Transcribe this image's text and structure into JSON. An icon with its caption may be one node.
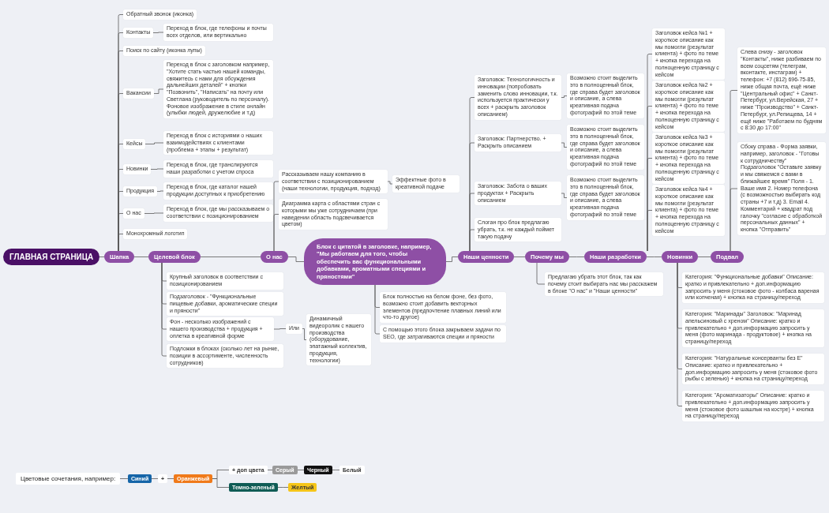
{
  "diagram": {
    "nodes": [
      {
        "text": [
          "ГЛАВНАЯ СТРАНИЦА"
        ]
      },
      {
        "text": [
          "Шапка"
        ]
      },
      {
        "text": [
          "Обратный звонок (иконка)"
        ]
      },
      {
        "text": [
          "Контакты"
        ]
      },
      {
        "text": [
          "Переход в блок, где телефоны и почты всех отделов, или вертикально"
        ]
      },
      {
        "text": [
          "Поиск по сайту (иконка лупы)"
        ]
      },
      {
        "text": [
          "Вакансии"
        ]
      },
      {
        "text": [
          "Переход в блок с заголовком например, \"Хотите стать частью нашей команды, свяжитесь с нами для обсуждения дальнейших деталей\" + кнопки \"Позвонить\", \"Написать\" на почту или Светлана (руководитель по персоналу). Фоновое изображение в стиле онлайн (улыбки людей, дружелюбие и т.д)"
        ]
      },
      {
        "text": [
          "Кейсы"
        ]
      },
      {
        "text": [
          "Переход в блок с историями о наших взаимодействиях с клиентами (проблема + этапы + результат)"
        ]
      },
      {
        "text": [
          "Новинки"
        ]
      },
      {
        "text": [
          "Переход в блок, где транслируются наши разработки с учетом спроса"
        ]
      },
      {
        "text": [
          "Продукция"
        ]
      },
      {
        "text": [
          "Переход в блок, где каталог нашей продукции доступных к приобретению"
        ]
      },
      {
        "text": [
          "О нас"
        ]
      },
      {
        "text": [
          "Переход в блок, где мы рассказываем о соответствии с позиционированием"
        ]
      },
      {
        "text": [
          "Монохромный логотип"
        ]
      },
      {
        "text": [
          "Целевой блок"
        ]
      },
      {
        "text": [
          "Крупный заголовок в соответствии с позиционированием"
        ]
      },
      {
        "text": [
          "Подзаголовок - \"Функциональные пищевые добавки, ароматические специи и пряности\""
        ]
      },
      {
        "text": [
          "Фон - несколько изображений с нашего производства + продукция + оплетка в креативной форме"
        ]
      },
      {
        "text": [
          "Или"
        ]
      },
      {
        "text": [
          "Динамичный видеоролик с нашего производства (оборудование, эпатажный коллектив, продукция, технологии)"
        ]
      },
      {
        "text": [
          "Подложки в блоках (сколько лет на рынке, позиции в ассортименте, численность сотрудников)"
        ]
      },
      {
        "text": [
          "О нас"
        ]
      },
      {
        "text": [
          "Рассказываем нашу компанию в соответствии с позиционированием (наши технологии, продукция, подход)"
        ]
      },
      {
        "text": [
          "Эффектные фото в креативной подаче"
        ]
      },
      {
        "text": [
          "Диаграмма карта с областями стран с которыми мы уже сотрудничаем (при наведении область подсвечивается цветом)"
        ]
      },
      {
        "text": [
          "Блок с цитатой в заголовке, например, \"Мы работаем для того, чтобы обеспечить вас функциональными добавками, ароматными специями и пряностями\""
        ]
      },
      {
        "text": [
          "Блок полностью на белом фоне, без фото, возможно стоит добавить векторных элементов (предпочтение плавных линий или что-то другое)"
        ]
      },
      {
        "text": [
          "С помощью этого блока закрываем задачи по SEO, где затрагиваются специи и пряности"
        ]
      },
      {
        "text": [
          "Наши ценности"
        ]
      },
      {
        "text": [
          "Заголовок: Технологичность и инновации (попробовать заменить слово инновации, т.к. используется практически у всех + раскрыть заголовок описанием)"
        ]
      },
      {
        "text": [
          "Возможно стоит выделить это в полноценный блок, где справа будет заголовок и описание, а слева креативная подача фотографий по этой теме"
        ]
      },
      {
        "text": [
          "Заголовок: Партнерство. + Раскрыть описанием"
        ]
      },
      {
        "text": [
          "Возможно стоит выделить это в полноценный блок, где справа будет заголовок и описание, а слева креативная подача фотографий по этой теме"
        ]
      },
      {
        "text": [
          "Заголовок: Забота о ваших продуктах + Раскрыть описанием"
        ]
      },
      {
        "text": [
          "Возможно стоит выделить это в полноценный блок, где справа будет заголовок и описание, а слева креативная подача фотографий по этой теме"
        ]
      },
      {
        "text": [
          "Слоган про блок предлагаю убрать, т.к. не каждый поймет такую подачу"
        ]
      },
      {
        "text": [
          "Почему мы"
        ]
      },
      {
        "text": [
          "Предлагаю убрать этот блок, так как почему стоит выбирать нас мы расскажем в блоке \"О нас\" и \"Наши ценности\""
        ]
      },
      {
        "text": [
          "Наши разработки"
        ]
      },
      {
        "text": [
          "Заголовок кейса №1 + короткое описание как мы помогли (результат клиента) + фото по теме + кнопка перехода на полноценную страницу с кейсом"
        ]
      },
      {
        "text": [
          "Заголовок кейса №2 + короткое описание как мы помогли (результат клиента) + фото по теме + кнопка перехода на полноценную страницу с кейсом"
        ]
      },
      {
        "text": [
          "Заголовок кейса №3 + короткое описание как мы помогли (результат клиента) + фото по теме + кнопка перехода на полноценную страницу с кейсом"
        ]
      },
      {
        "text": [
          "Заголовок кейса №4 + короткое описание как мы помогли (результат клиента) + фото по теме + кнопка перехода на полноценную страницу с кейсом"
        ]
      },
      {
        "text": [
          "Новинки"
        ]
      },
      {
        "text": [
          "Категория: \"Функциональные добавки\" Описание: кратко и привлекательно + доп.информацию запросить у меня (стоковое фото - колбаса вареная или копченая) + кнопка на страницу/переход"
        ]
      },
      {
        "text": [
          "Категория: \"Маринады\" Заголовок: \"Маринад апельсиновый с хреном\" Описание: кратко и привлекательно + доп.информацию запросить у меня (фото маринада - продуктовое) + кнопка на страницу/переход"
        ]
      },
      {
        "text": [
          "Категория: \"Натуральные консерванты без Е\" Описание: кратко и привлекательно + доп.информацию запросить у меня (стоковое фото рыбы с зеленью) + кнопка на страницу/переход"
        ]
      },
      {
        "text": [
          "Категория: \"Ароматизаторы\" Описание: кратко и привлекательно + доп.информацию запросить у меня (стоковое фото шашлык на костре) + кнопка на страницу/переход"
        ]
      },
      {
        "text": [
          "Подвал"
        ]
      },
      {
        "text": [
          "Слева снизу - заголовок \"Контакты\", ниже разбиваем по всем соцсетям (телеграм, вконтакте, инстаграм) + телефон: +7 (812) 696-75-85, ниже общая почта, ещё ниже \"Центральный офис\" + Санкт-Петербург, ул.Верейская, 27 + ниже \"Производство\" + Санкт-Петербург, ул.Репищева, 14 + ещё ниже \"Работаем по будням с 8:30 до 17:00\""
        ]
      },
      {
        "text": [
          "Сбоку справа - Форма заявки, например, заголовок - \"Готовы к сотрудничеству\" Подзаголовок \"Оставьте заявку и мы свяжемся с вами в ближайшее время\" Поля - 1. Ваше имя 2. Номер телефона (с возможностью выбирать код страны +7 и т.д) 3. Email 4. Комментарий + квадрат под галочку \"согласие с обработкой персональных данных\" + кнопка \"Отправить\""
        ]
      },
      {
        "text": [
          "Цветовые сочетания, например:"
        ]
      },
      {
        "text": [
          "Синий"
        ]
      },
      {
        "text": [
          "+"
        ]
      },
      {
        "text": [
          "Оранжевый"
        ]
      },
      {
        "text": [
          "+ доп цвета"
        ]
      },
      {
        "text": [
          "Серый"
        ]
      },
      {
        "text": [
          "Черный"
        ]
      },
      {
        "text": [
          "Белый"
        ]
      },
      {
        "text": [
          "Темно-зеленый"
        ]
      },
      {
        "text": [
          "Желтый"
        ]
      }
    ],
    "edges": [
      {
        "from": 0,
        "to": 1,
        "arrow": "none"
      },
      {
        "from": 1,
        "to": 17,
        "arrow": "none"
      },
      {
        "from": 17,
        "to": 24,
        "arrow": "none"
      },
      {
        "from": 24,
        "to": 28,
        "arrow": "none"
      },
      {
        "from": 28,
        "to": 31,
        "arrow": "none"
      },
      {
        "from": 31,
        "to": 39,
        "arrow": "none"
      },
      {
        "from": 39,
        "to": 41,
        "arrow": "none"
      },
      {
        "from": 41,
        "to": 46,
        "arrow": "none"
      },
      {
        "from": 46,
        "to": 51,
        "arrow": "none"
      },
      {
        "from": 1,
        "to": 2,
        "arrow": "none"
      },
      {
        "from": 1,
        "to": 3,
        "arrow": "none"
      },
      {
        "from": 3,
        "to": 4,
        "arrow": "none"
      },
      {
        "from": 1,
        "to": 5,
        "arrow": "none"
      },
      {
        "from": 1,
        "to": 6,
        "arrow": "none"
      },
      {
        "from": 6,
        "to": 7,
        "arrow": "none"
      },
      {
        "from": 1,
        "to": 8,
        "arrow": "none"
      },
      {
        "from": 8,
        "to": 9,
        "arrow": "none"
      },
      {
        "from": 1,
        "to": 10,
        "arrow": "none"
      },
      {
        "from": 10,
        "to": 11,
        "arrow": "none"
      },
      {
        "from": 1,
        "to": 12,
        "arrow": "none"
      },
      {
        "from": 12,
        "to": 13,
        "arrow": "none"
      },
      {
        "from": 1,
        "to": 14,
        "arrow": "none"
      },
      {
        "from": 14,
        "to": 15,
        "arrow": "none"
      },
      {
        "from": 1,
        "to": 16,
        "arrow": "none"
      },
      {
        "from": 17,
        "to": 18,
        "arrow": "none"
      },
      {
        "from": 17,
        "to": 19,
        "arrow": "none"
      },
      {
        "from": 17,
        "to": 20,
        "arrow": "none"
      },
      {
        "from": 20,
        "to": 21,
        "arrow": "none"
      },
      {
        "from": 21,
        "to": 22,
        "arrow": "none"
      },
      {
        "from": 17,
        "to": 23,
        "arrow": "none"
      },
      {
        "from": 24,
        "to": 25,
        "arrow": "none"
      },
      {
        "from": 25,
        "to": 26,
        "arrow": "none"
      },
      {
        "from": 24,
        "to": 27,
        "arrow": "none"
      },
      {
        "from": 28,
        "to": 29,
        "arrow": "none"
      },
      {
        "from": 28,
        "to": 30,
        "arrow": "none"
      },
      {
        "from": 31,
        "to": 32,
        "arrow": "none"
      },
      {
        "from": 32,
        "to": 33,
        "arrow": "none"
      },
      {
        "from": 31,
        "to": 34,
        "arrow": "none"
      },
      {
        "from": 34,
        "to": 35,
        "arrow": "none"
      },
      {
        "from": 31,
        "to": 36,
        "arrow": "none"
      },
      {
        "from": 36,
        "to": 37,
        "arrow": "none"
      },
      {
        "from": 31,
        "to": 38,
        "arrow": "none"
      },
      {
        "from": 39,
        "to": 40,
        "arrow": "none"
      },
      {
        "from": 41,
        "to": 42,
        "arrow": "none"
      },
      {
        "from": 41,
        "to": 43,
        "arrow": "none"
      },
      {
        "from": 41,
        "to": 44,
        "arrow": "none"
      },
      {
        "from": 41,
        "to": 45,
        "arrow": "none"
      },
      {
        "from": 46,
        "to": 47,
        "arrow": "none"
      },
      {
        "from": 46,
        "to": 48,
        "arrow": "none"
      },
      {
        "from": 46,
        "to": 49,
        "arrow": "none"
      },
      {
        "from": 46,
        "to": 50,
        "arrow": "none"
      },
      {
        "from": 51,
        "to": 52,
        "arrow": "none"
      },
      {
        "from": 51,
        "to": 53,
        "arrow": "none"
      },
      {
        "from": 54,
        "to": 55,
        "arrow": "none"
      },
      {
        "from": 55,
        "to": 56,
        "arrow": "none"
      },
      {
        "from": 56,
        "to": 57,
        "arrow": "none"
      },
      {
        "from": 57,
        "to": 58,
        "arrow": "none"
      },
      {
        "from": 58,
        "to": 59,
        "arrow": "none"
      },
      {
        "from": 59,
        "to": 60,
        "arrow": "none"
      },
      {
        "from": 60,
        "to": 61,
        "arrow": "none"
      },
      {
        "from": 57,
        "to": 62,
        "arrow": "none"
      },
      {
        "from": 62,
        "to": 63,
        "arrow": "none"
      }
    ]
  }
}
